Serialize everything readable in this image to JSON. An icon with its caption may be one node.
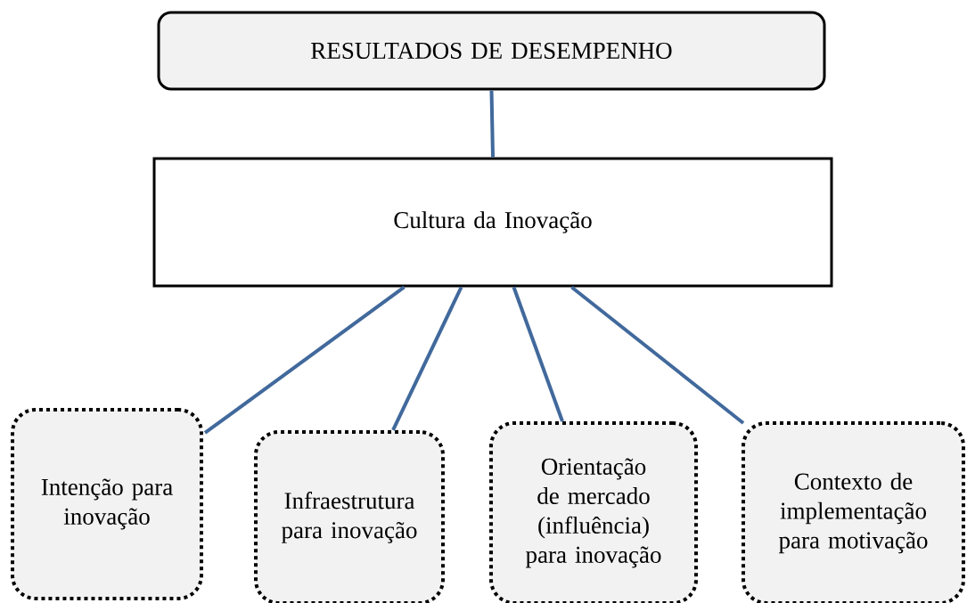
{
  "diagram": {
    "nodes": [
      {
        "text": [
          "RESULTADOS DE DESEMPENHO"
        ]
      },
      {
        "text": [
          "Cultura da Inovação"
        ]
      },
      {
        "text": [
          "Intenção para inovação"
        ]
      },
      {
        "text": [
          "Infraestrutura para inovação"
        ]
      },
      {
        "text": [
          "Orientação de mercado (influência) para inovação"
        ]
      },
      {
        "text": [
          "Contexto de implementação para motivação"
        ]
      }
    ],
    "edges": [
      {
        "from": 0,
        "to": 1,
        "arrow": "none"
      },
      {
        "from": 1,
        "to": 2,
        "arrow": "none"
      },
      {
        "from": 1,
        "to": 3,
        "arrow": "none"
      },
      {
        "from": 1,
        "to": 4,
        "arrow": "none"
      },
      {
        "from": 1,
        "to": 5,
        "arrow": "none"
      }
    ]
  }
}
